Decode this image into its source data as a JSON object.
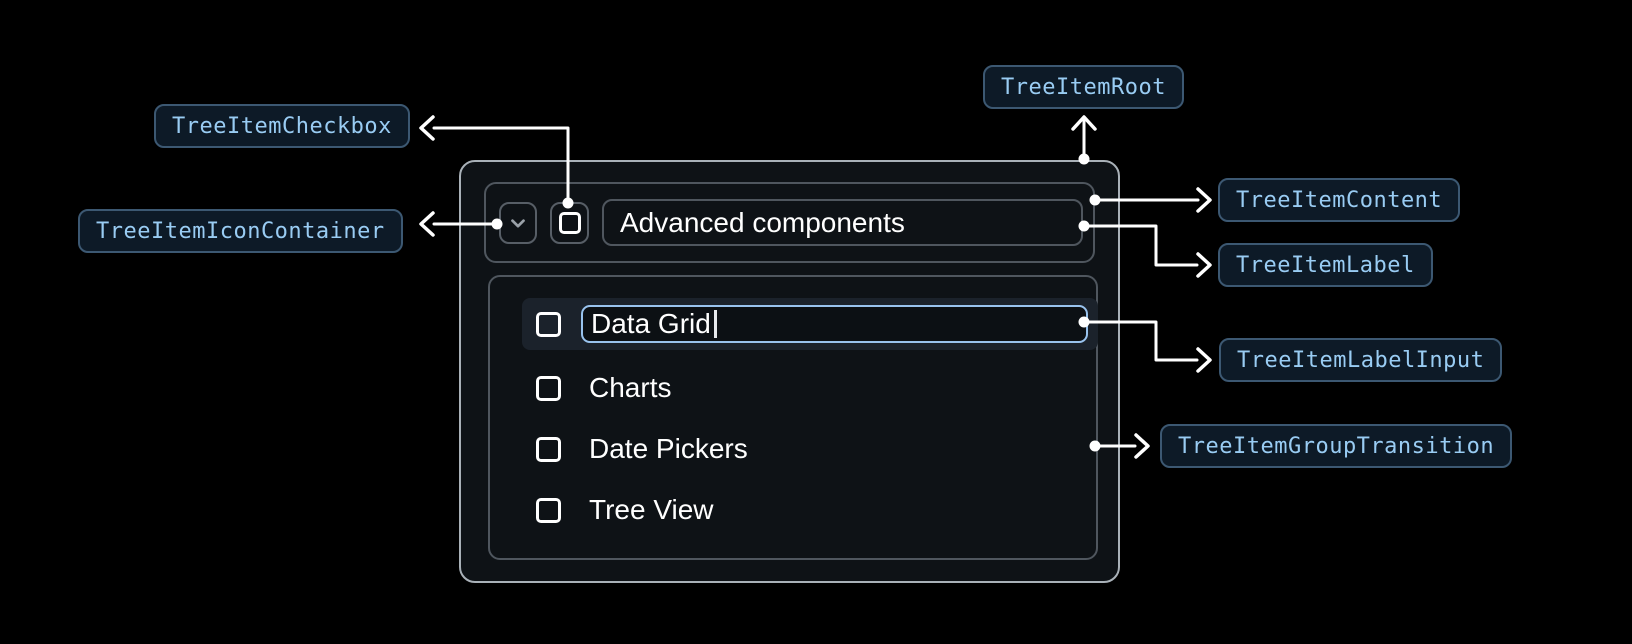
{
  "badges": {
    "root": "TreeItemRoot",
    "checkbox": "TreeItemCheckbox",
    "icon_container": "TreeItemIconContainer",
    "content": "TreeItemContent",
    "label": "TreeItemLabel",
    "label_input": "TreeItemLabelInput",
    "group_transition": "TreeItemGroupTransition"
  },
  "tree": {
    "parent_label": "Advanced components",
    "editing_item": "Data Grid",
    "children": [
      {
        "label": "Charts"
      },
      {
        "label": "Date Pickers"
      },
      {
        "label": "Tree View"
      }
    ]
  },
  "icons": {
    "expand": "chevron-down-icon",
    "checkbox": "checkbox-unchecked-icon"
  },
  "colors": {
    "page_background": "#000000",
    "badge_text": "#99ccf3",
    "badge_background": "#0d1a27",
    "badge_border": "#3c5872",
    "connector": "#ffffff",
    "root_background": "#0e1216",
    "root_border": "#a9b1b8",
    "inner_border": "#4f565e",
    "highlight_row_background": "#1b222b",
    "input_border": "#99c3ee",
    "input_background": "#0c1014",
    "label_text": "#ffffff",
    "chevron_icon": "#9aa1a8"
  }
}
